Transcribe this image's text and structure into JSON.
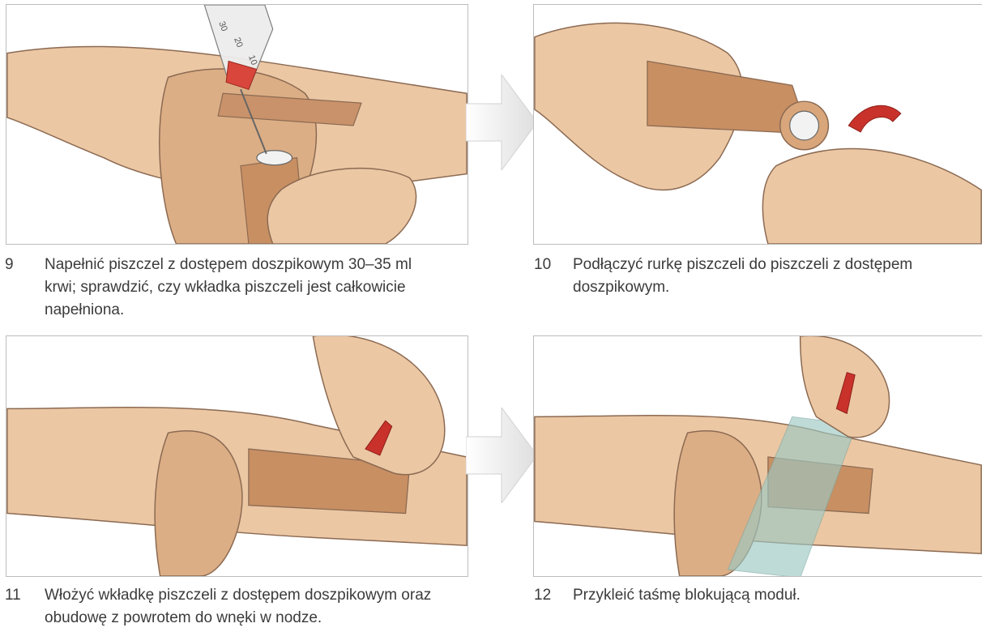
{
  "steps": [
    {
      "number": "9",
      "text": "Napełnić piszczel z dostępem doszpikowym 30–35 ml\nkrwi; sprawdzić, czy wkładka piszczeli jest całkowicie\nnapełniona."
    },
    {
      "number": "10",
      "text": "Podłączyć rurkę piszczeli do piszczeli z dostępem\ndoszpikowym."
    },
    {
      "number": "11",
      "text": "Włożyć wkładkę piszczeli z dostępem doszpikowym oraz\nobudowę z powrotem do wnęki w nodze."
    },
    {
      "number": "12",
      "text": "Przykleić taśmę blokującą moduł."
    }
  ],
  "syringe_scale": [
    "30",
    "20",
    "10"
  ],
  "colors": {
    "skin": "#e8c29f",
    "skin_shadow": "#c99a73",
    "skin_outline": "#8b6a52",
    "blood": "#d9463b",
    "arrow_red": "#c8322a",
    "tape": "#9ec9c3",
    "panel_border": "#bdbdbd",
    "step_arrow": "#e3e3e3"
  },
  "icons": [
    "syringe",
    "curved-arrow",
    "tape-strip",
    "step-arrow"
  ]
}
